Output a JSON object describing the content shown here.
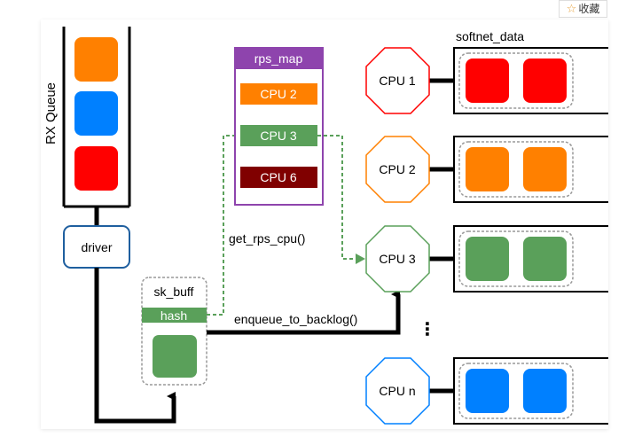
{
  "favorite": {
    "icon": "star-outline-icon",
    "label": "收藏"
  },
  "rx_queue": {
    "label": "RX Queue",
    "colors": [
      "#ff8000",
      "#0080ff",
      "#ff0000"
    ]
  },
  "driver": {
    "label": "driver"
  },
  "skb": {
    "label": "sk_buff",
    "hash_label": "hash",
    "color": "#5aa05a"
  },
  "rps_map": {
    "title": "rps_map",
    "entries": [
      {
        "label": "CPU 2",
        "color": "#ff8000"
      },
      {
        "label": "CPU 3",
        "color": "#5aa05a"
      },
      {
        "label": "CPU 6",
        "color": "#800000"
      }
    ]
  },
  "get_rps_cpu_label": "get_rps_cpu()",
  "enqueue_label": "enqueue_to_backlog()",
  "softnet_label": "softnet_data",
  "ellipsis": "⋮",
  "cpus": [
    {
      "label": "CPU 1",
      "color": "#ff0000"
    },
    {
      "label": "CPU 2",
      "color": "#ff8000"
    },
    {
      "label": "CPU 3",
      "color": "#5aa05a"
    },
    {
      "label": "CPU n",
      "color": "#0080ff"
    }
  ],
  "colors": {
    "purple": "#8e44ad",
    "driver_border": "#1f5f9f",
    "arrow_green": "#5aa05a"
  }
}
